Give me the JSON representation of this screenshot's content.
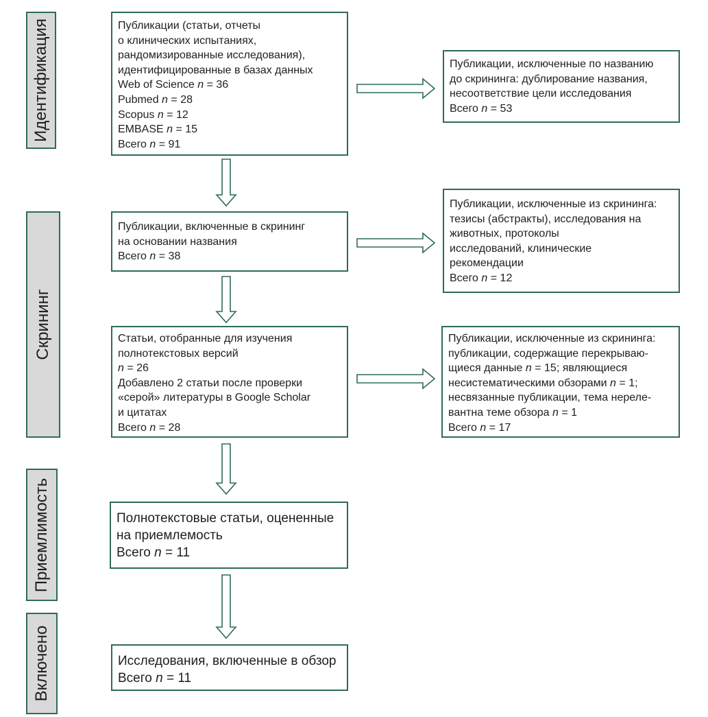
{
  "stages": {
    "identification": "Идентификация",
    "screening": "Скрининг",
    "eligibility": "Приемлимость",
    "included": "Включено"
  },
  "boxes": {
    "records_identified": {
      "lines": [
        "Публикации (статьи, отчеты",
        "о клинических испытаниях,",
        "рандомизированные исследования),",
        "идентифицированные в базах данных"
      ],
      "counts": [
        {
          "label": "Web of Science",
          "value": "36"
        },
        {
          "label": "Pubmed",
          "value": "28"
        },
        {
          "label": "Scopus",
          "value": "12"
        },
        {
          "label": "EMBASE",
          "value": "15"
        },
        {
          "label": "Всего",
          "value": "91"
        }
      ]
    },
    "excluded_by_title": {
      "lines": [
        "Публикации, исключенные по названию",
        "до скрининга: дублирование названия,",
        "несоответствие цели исследования"
      ],
      "total_label": "Всего",
      "total_value": "53"
    },
    "screened": {
      "lines": [
        "Публикации, включенные в скрининг",
        "на основании названия"
      ],
      "total_label": "Всего",
      "total_value": "38"
    },
    "excluded_screening": {
      "lines": [
        "Публикации, исключенные из скрининга:",
        "тезисы (абстракты), исследования на",
        "животных, протоколы",
        "исследований, клинические",
        "рекомендации"
      ],
      "total_label": "Всего",
      "total_value": "12"
    },
    "fulltext_selected": {
      "line1": "Статьи, отобранные для изучения",
      "line2": "полнотекстовых версий",
      "line3_value": "26",
      "line4": "Добавлено 2 статьи после проверки",
      "line5": "«серой» литературы в Google Scholar",
      "line6": "и цитатах",
      "total_label": "Всего",
      "total_value": "28"
    },
    "excluded_fulltext": {
      "line1": "Публикации, исключенные из скрининга:",
      "line2": "публикации, содержащие перекрываю-",
      "line3_pre": "щиеся данные",
      "line3_value": "15",
      "line3_post": "; являющиеся",
      "line4_pre": "несистематическими обзорами",
      "line4_value": "1",
      "line4_post": ";",
      "line5": "несвязанные публикации, тема нереле-",
      "line6_pre": "вантна теме обзора",
      "line6_value": "1",
      "total_label": "Всего",
      "total_value": "17"
    },
    "eligibility_assessed": {
      "lines": [
        "Полнотекстовые статьи, оцененные",
        "на приемлемость"
      ],
      "total_label": "Всего",
      "total_value": "11"
    },
    "included_studies": {
      "lines": [
        "Исследования, включенные в обзор"
      ],
      "total_label": "Всего",
      "total_value": "11"
    }
  },
  "symbols": {
    "n": "n",
    "eq": " = "
  },
  "colors": {
    "border": "#2e6b57",
    "stage_fill": "#d9d9d9",
    "arrow": "#2e6b57"
  }
}
